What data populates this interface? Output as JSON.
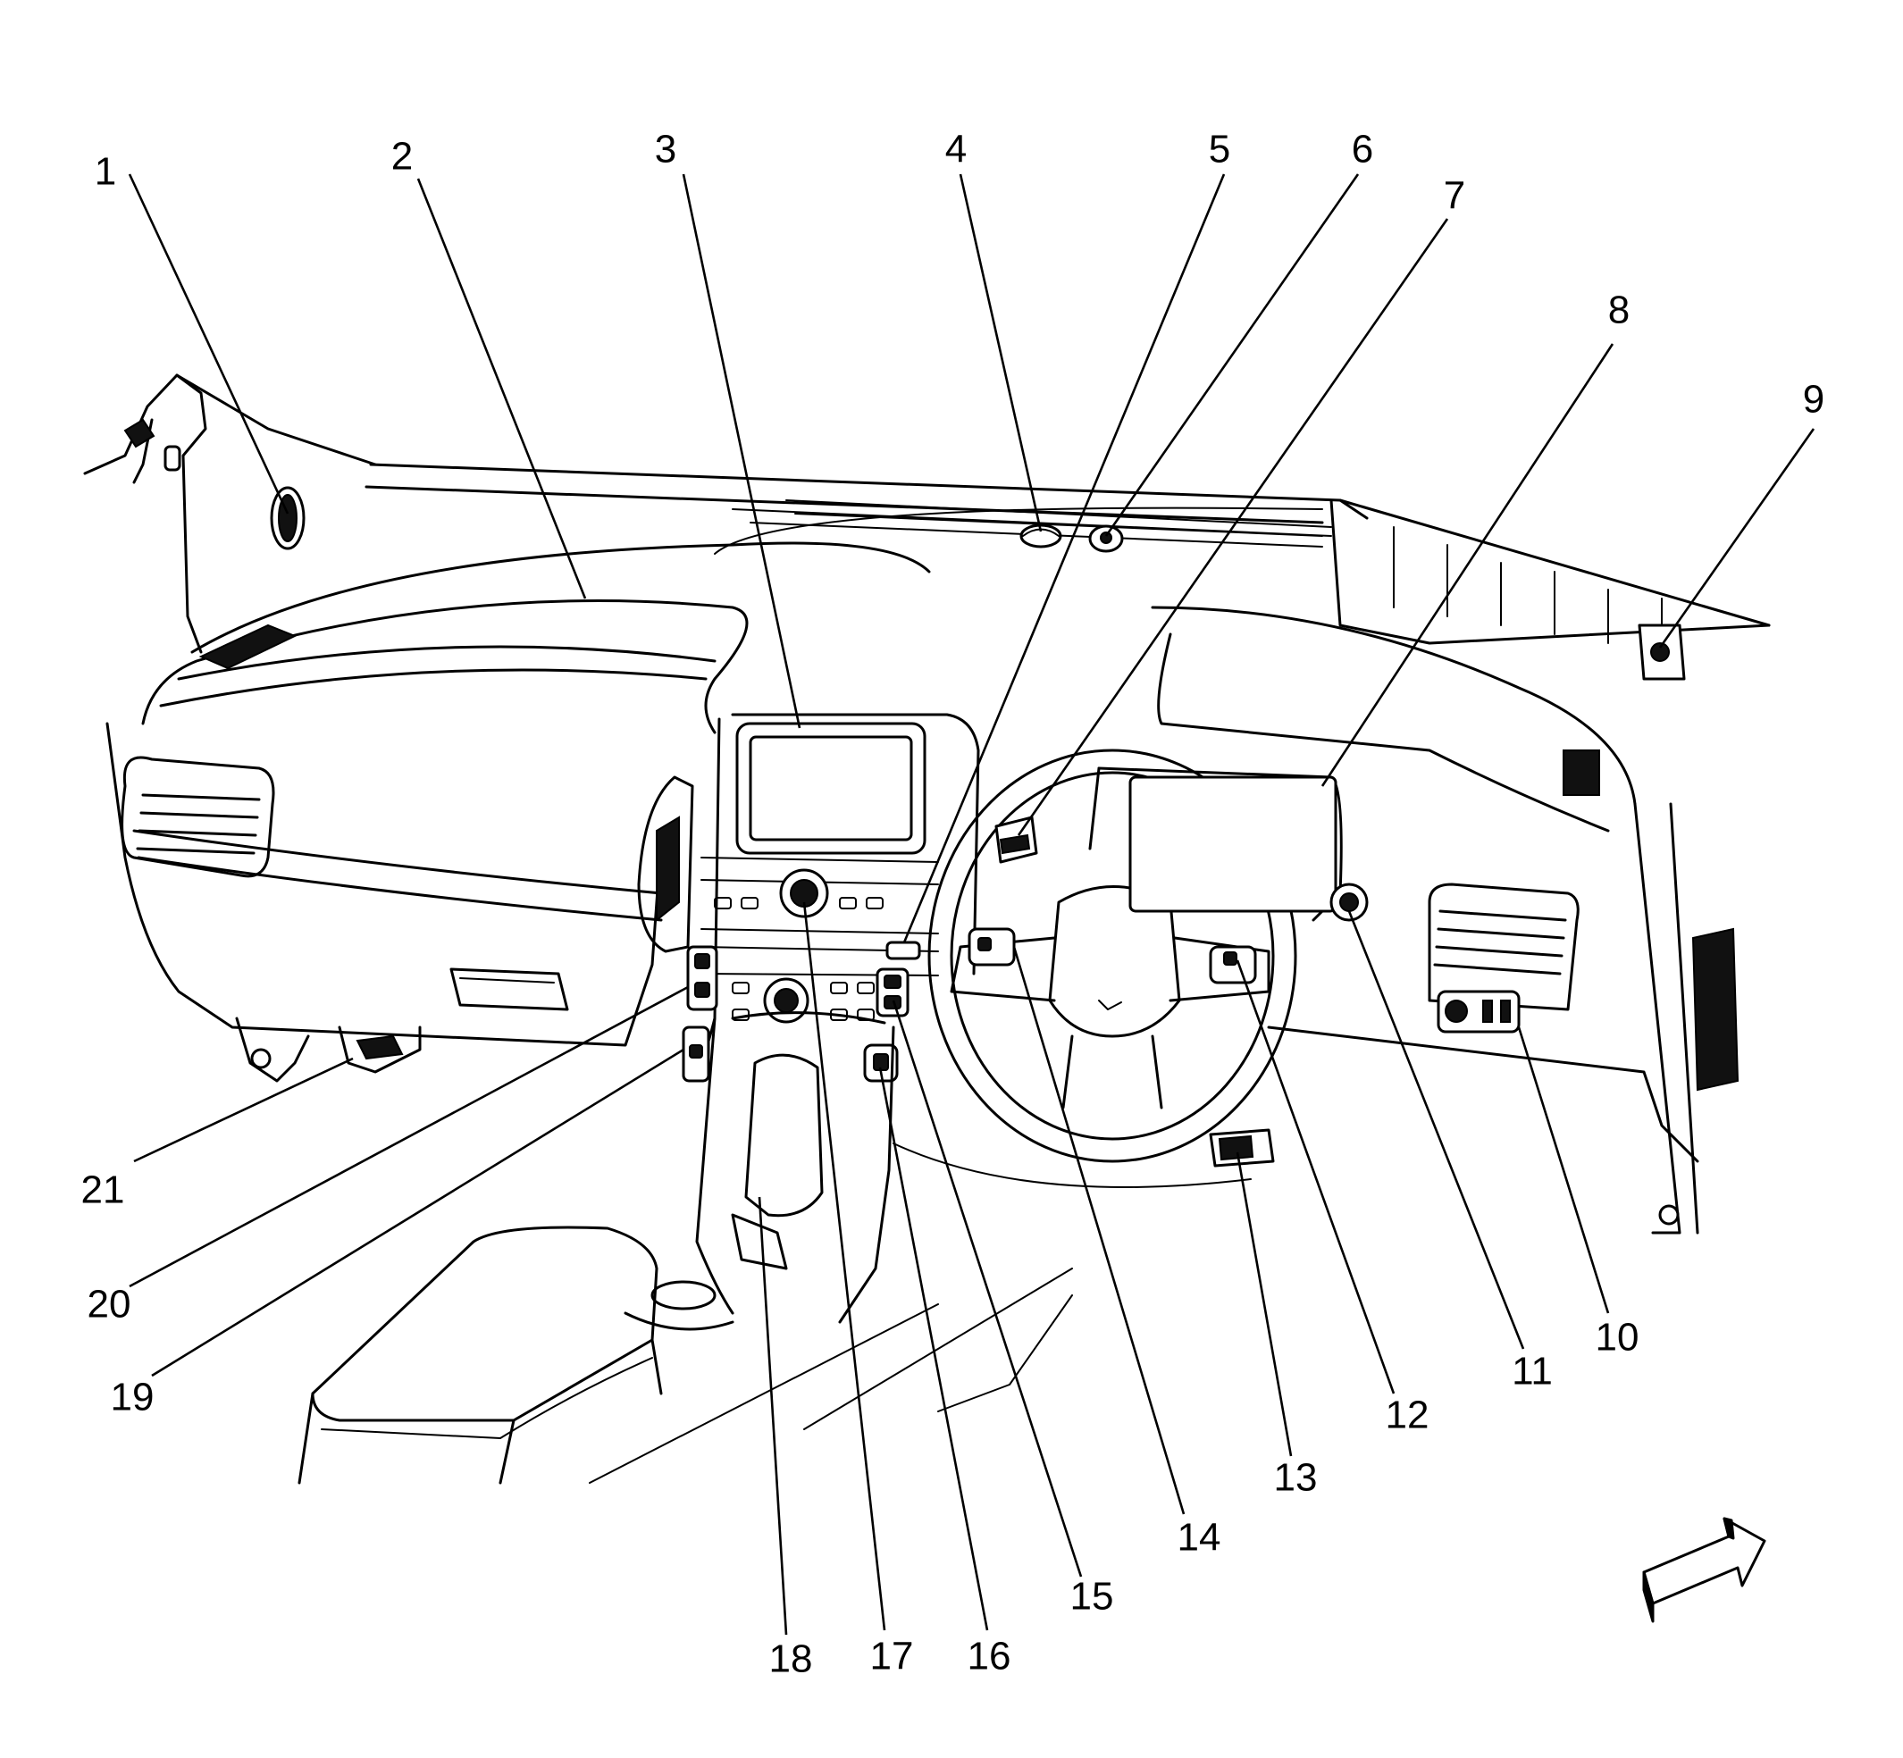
{
  "callouts": [
    {
      "id": "1",
      "label": "1"
    },
    {
      "id": "2",
      "label": "2"
    },
    {
      "id": "3",
      "label": "3"
    },
    {
      "id": "4",
      "label": "4"
    },
    {
      "id": "5",
      "label": "5"
    },
    {
      "id": "6",
      "label": "6"
    },
    {
      "id": "7",
      "label": "7"
    },
    {
      "id": "8",
      "label": "8"
    },
    {
      "id": "9",
      "label": "9"
    },
    {
      "id": "10",
      "label": "10"
    },
    {
      "id": "11",
      "label": "11"
    },
    {
      "id": "12",
      "label": "12"
    },
    {
      "id": "13",
      "label": "13"
    },
    {
      "id": "14",
      "label": "14"
    },
    {
      "id": "15",
      "label": "15"
    },
    {
      "id": "16",
      "label": "16"
    },
    {
      "id": "17",
      "label": "17"
    },
    {
      "id": "18",
      "label": "18"
    },
    {
      "id": "19",
      "label": "19"
    },
    {
      "id": "20",
      "label": "20"
    },
    {
      "id": "21",
      "label": "21"
    }
  ],
  "colors": {
    "line": "#000000",
    "background": "#ffffff"
  },
  "icons": {
    "orientation": "front-direction-arrow-icon"
  }
}
